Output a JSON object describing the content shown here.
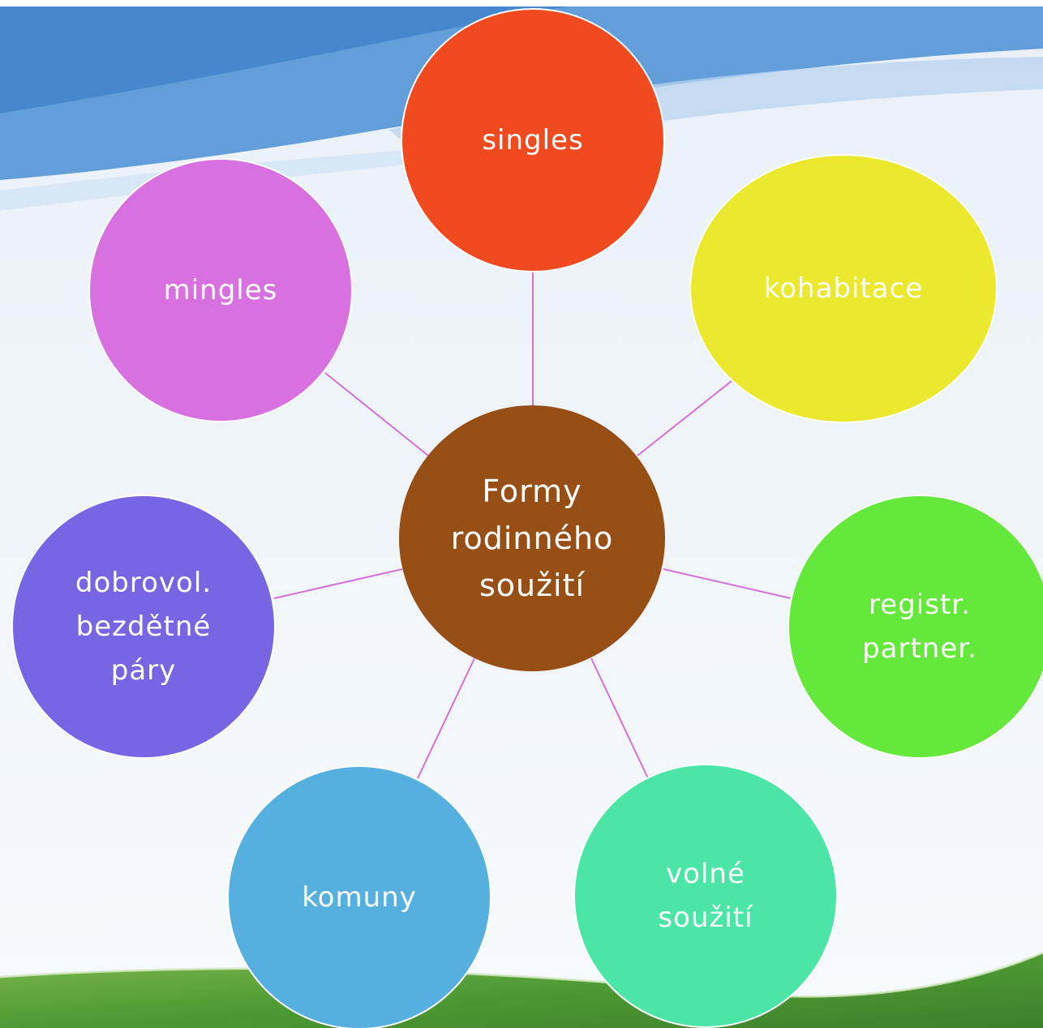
{
  "diagram": {
    "center": {
      "lines": [
        "Formy",
        "rodinného",
        "soužití"
      ],
      "color": "#974f16"
    },
    "nodes": [
      {
        "id": "singles",
        "lines": [
          "singles"
        ],
        "color": "#f04a1e"
      },
      {
        "id": "kohabitace",
        "lines": [
          "kohabitace"
        ],
        "color": "#ebe82e"
      },
      {
        "id": "registr-partner",
        "lines": [
          "registr.",
          "partner."
        ],
        "color": "#63e83b"
      },
      {
        "id": "volne-souziti",
        "lines": [
          "volné",
          "soužití"
        ],
        "color": "#4be5a5"
      },
      {
        "id": "komuny",
        "lines": [
          "komuny"
        ],
        "color": "#55b0e0"
      },
      {
        "id": "dobrovol-bezdetne-pary",
        "lines": [
          "dobrovol.",
          "bezdětné",
          "páry"
        ],
        "color": "#7766e3"
      },
      {
        "id": "mingles",
        "lines": [
          "mingles"
        ],
        "color": "#d870e0"
      }
    ],
    "connector_color": "#d66fd8",
    "background": {
      "sky": "#f4f8fc",
      "swoosh": "#4f93d6",
      "grass": "#5da33a"
    }
  }
}
